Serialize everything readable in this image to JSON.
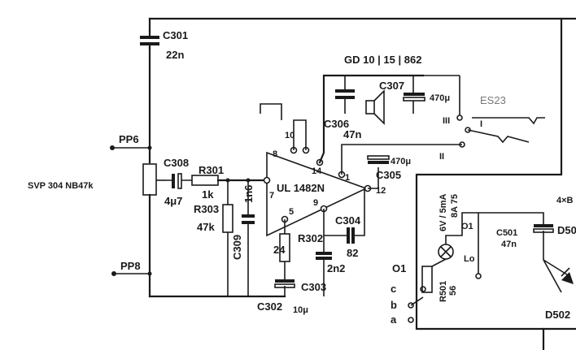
{
  "labels": {
    "c301_name": "C301",
    "c301_val": "22n",
    "pp6": "PP6",
    "pp8": "PP8",
    "svp": "SVP 304 NB47k",
    "c308_name": "C308",
    "c308_val": "4μ7",
    "r301_name": "R301",
    "r301_val": "1k",
    "r303_name": "R303",
    "r303_val": "47k",
    "c309_name": "C309",
    "c309_val": "1n6",
    "ic": "UL 1482N",
    "pin8": "8",
    "pin10": "10",
    "pin14": "14",
    "pin1": "1",
    "pin7": "7",
    "pin5": "5",
    "pin9": "9",
    "pin12": "12",
    "r302_name": "R302",
    "r302_val": "24",
    "c302_name": "C302",
    "c302_val": "10μ",
    "c303_name": "C303",
    "c303_val": "2n2",
    "c304_name": "C304",
    "c304_val": "82",
    "c305_name": "C305",
    "c305_val": "470μ",
    "c306_name": "C306",
    "c306_val": "47n",
    "c307_name": "C307",
    "c307_val": "470μ",
    "gd": "GD 10 | 15 | 862",
    "es": "ES23",
    "sw_iii": "III",
    "sw_i": "I",
    "sw_ii": "II",
    "lamp": "6V / 5mA",
    "lamp2": "8A 75",
    "o1": "O1",
    "o1b": "O1",
    "c501_name": "C501",
    "c501_val": "47n",
    "r501_name": "R501",
    "r501_val": "56",
    "sw_c": "c",
    "sw_b": "b",
    "sw_a": "a",
    "lo": "Lo",
    "d501": "4×B",
    "d50": "D50",
    "d502": "D502"
  }
}
